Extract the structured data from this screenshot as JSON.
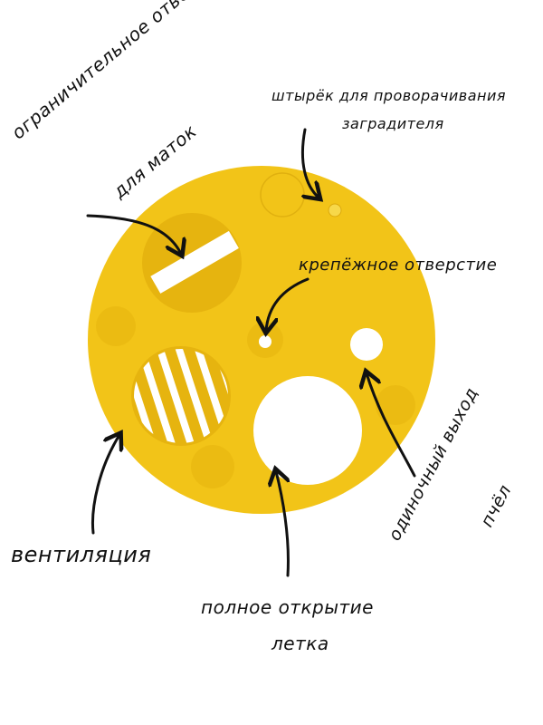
{
  "labels": {
    "queen_hole_line1": "ограничительное отверстие",
    "queen_hole_line2": "для маток",
    "pin_line1": "штырёк для проворачивания",
    "pin_line2": "заградителя",
    "mount_hole": "крепёжное отверстие",
    "single_exit_line1": "одиночный выход",
    "single_exit_line2": "пчёл",
    "ventilation": "вентиляция",
    "full_open_line1": "полное открытие",
    "full_open_line2": "летка"
  },
  "colors": {
    "disk": "#f2c418",
    "disk_shade": "#e3b20e",
    "ink": "#111111"
  }
}
